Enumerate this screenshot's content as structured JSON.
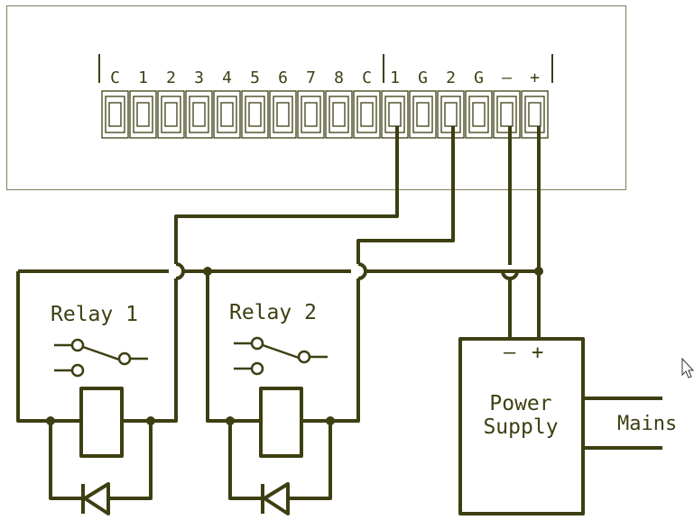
{
  "terminal_block": {
    "labels": [
      "C",
      "1",
      "2",
      "3",
      "4",
      "5",
      "6",
      "7",
      "8",
      "C",
      "1",
      "G",
      "2",
      "G",
      "–",
      "+"
    ]
  },
  "relays": [
    {
      "label": "Relay 1"
    },
    {
      "label": "Relay 2"
    }
  ],
  "power_supply": {
    "label_line1": "Power",
    "label_line2": "Supply",
    "minus": "–",
    "plus": "+"
  },
  "mains_label": "Mains",
  "colors": {
    "wire": "#3d3f12",
    "panel_border": "#8a8a6a"
  },
  "icons": [
    "normally-open-switch-icon",
    "relay-coil-icon",
    "flyback-diode-icon",
    "mouse-cursor-icon"
  ]
}
